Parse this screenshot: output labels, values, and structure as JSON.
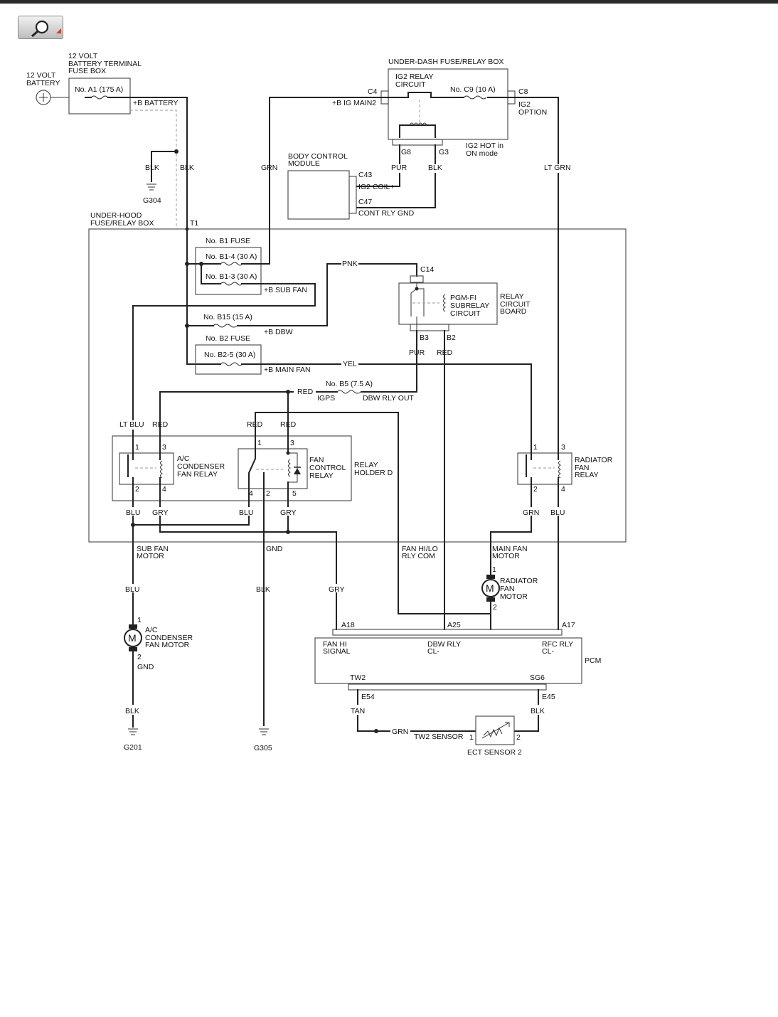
{
  "toolbar": {
    "zoom_icon": "magnifier-icon"
  },
  "labels": {
    "battery": [
      "12 VOLT",
      "BATTERY"
    ],
    "batt_fuse_box": [
      "12 VOLT",
      "BATTERY TERMINAL",
      "FUSE BOX"
    ],
    "fuse_a1": "No. A1 (175 A)",
    "b_battery": "+B BATTERY",
    "blk": "BLK",
    "g304": "G304",
    "underdash_box": "UNDER-DASH FUSE/RELAY BOX",
    "ig2_relay": [
      "IG2 RELAY",
      "CIRCUIT"
    ],
    "fuse_c9": "No. C9 (10 A)",
    "c4": "C4",
    "c8": "C8",
    "b_ig_main2": "+B IG MAIN2",
    "ig2_option": [
      "IG2",
      "OPTION"
    ],
    "g8": "G8",
    "g3": "G3",
    "ig2_hot": [
      "IG2 HOT in",
      "ON mode"
    ],
    "grn": "GRN",
    "pur": "PUR",
    "lt_grn": "LT GRN",
    "bcm": [
      "BODY CONTROL",
      "MODULE"
    ],
    "c43": "C43",
    "ig2_coil": "IG2 COIL+",
    "c47": "C47",
    "cont_rly_gnd": "CONT RLY GND",
    "underhood_box": [
      "UNDER-HOOD",
      "FUSE/RELAY BOX"
    ],
    "t1": "T1",
    "b1_fuse": "No. B1 FUSE",
    "fuse_b1_4": "No. B1-4 (30 A)",
    "fuse_b1_3": "No. B1-3 (30 A)",
    "b_sub_fan": "+B SUB FAN",
    "pnk": "PNK",
    "c14": "C14",
    "pgmfi": [
      "PGM-FI",
      "SUBRELAY",
      "CIRCUIT"
    ],
    "relay_board": [
      "RELAY",
      "CIRCUIT",
      "BOARD"
    ],
    "fuse_b15": "No. B15 (15 A)",
    "b_dbw": "+B DBW",
    "b3": "B3",
    "b2": "B2",
    "b2_fuse": "No. B2 FUSE",
    "red": "RED",
    "fuse_b2_5": "No. B2-5 (30 A)",
    "b_main_fan": "+B MAIN FAN",
    "yel": "YEL",
    "fuse_b5": "No. B5 (7.5 A)",
    "igps": "IGPS",
    "dbw_rly_out": "DBW RLY OUT",
    "lt_blu": "LT BLU",
    "blu": "BLU",
    "gry": "GRY",
    "ac_relay": [
      "A/C",
      "CONDENSER",
      "FAN RELAY"
    ],
    "fan_ctrl_relay": [
      "FAN",
      "CONTROL",
      "RELAY"
    ],
    "relay_holder": [
      "RELAY",
      "HOLDER D"
    ],
    "rad_relay": [
      "RADIATOR",
      "FAN",
      "RELAY"
    ],
    "pin1": "1",
    "pin2": "2",
    "pin3": "3",
    "pin4": "4",
    "pin5": "5",
    "sub_fan_motor": [
      "SUB FAN",
      "MOTOR"
    ],
    "gnd": "GND",
    "fan_hilo": [
      "FAN HI/LO",
      "RLY COM"
    ],
    "main_fan_motor": [
      "MAIN FAN",
      "MOTOR"
    ],
    "rad_fan_motor": [
      "RADIATOR",
      "FAN",
      "MOTOR"
    ],
    "ac_fan_motor": [
      "A/C",
      "CONDENSER",
      "FAN MOTOR"
    ],
    "motor_m": "M",
    "a18": "A18",
    "a25": "A25",
    "a17": "A17",
    "fan_hi_signal": [
      "FAN HI",
      "SIGNAL"
    ],
    "dbw_rly_cl": [
      "DBW RLY",
      "CL-"
    ],
    "rfc_rly_cl": [
      "RFC RLY",
      "CL-"
    ],
    "pcm": "PCM",
    "tw2": "TW2",
    "sg6": "SG6",
    "e54": "E54",
    "e45": "E45",
    "tan": "TAN",
    "tw2_sensor": "TW2 SENSOR",
    "ect_sensor": "ECT SENSOR 2",
    "g201": "G201",
    "g305": "G305"
  }
}
